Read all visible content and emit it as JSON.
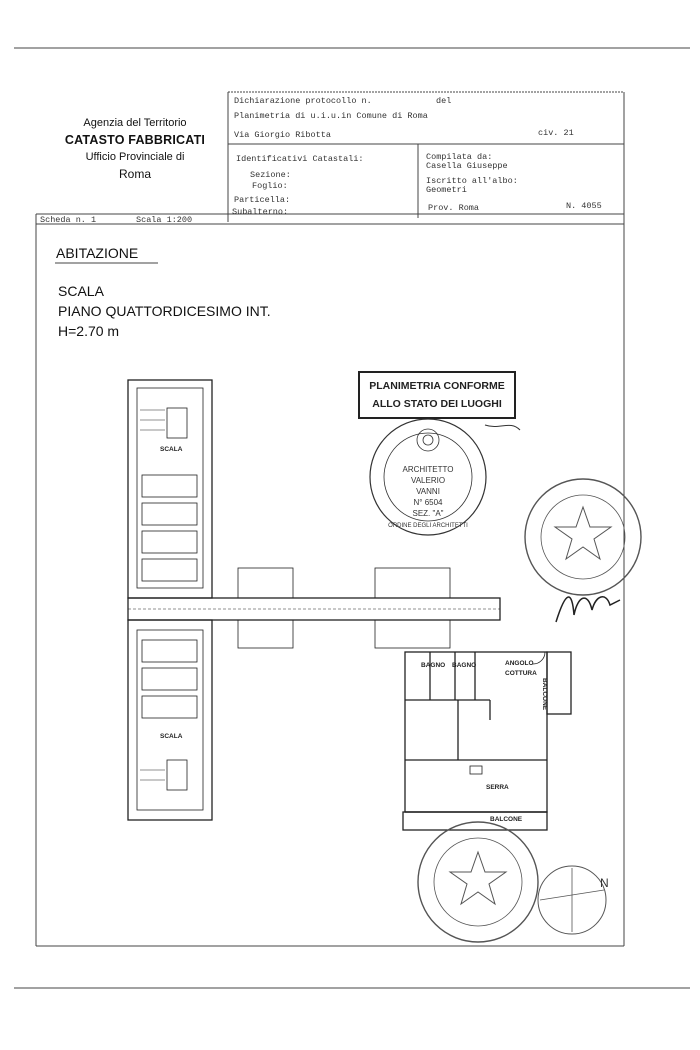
{
  "agency": {
    "line1": "Agenzia del Territorio",
    "line2": "CATASTO FABBRICATI",
    "line3": "Ufficio Provinciale di",
    "line4": "Roma"
  },
  "header": {
    "dichiarazione": "Dichiarazione protocollo n.",
    "del": "del",
    "planimetria": "Planimetria di u.i.u.in Comune di Roma",
    "via": "Via Giorgio Ribotta",
    "civ": "civ. 21",
    "identificativi": "Identificativi Catastali:",
    "sezione": "Sezione:",
    "foglio": "Foglio:",
    "particella": "Particella:",
    "subalterno": "Subalterno:",
    "compilata": "Compilata da:",
    "compilatore": "Casella Giuseppe",
    "iscritto": "Iscritto all'albo:",
    "albo": "Geometri",
    "prov": "Prov. Roma",
    "numero": "N. 4055"
  },
  "scheda": {
    "label": "Scheda n. 1",
    "scala": "Scala 1:200"
  },
  "plan_title": {
    "type": "ABITAZIONE",
    "scala": "SCALA",
    "piano": "PIANO QUATTORDICESIMO INT.",
    "altezza": "H=2.70 m"
  },
  "stamp_box": {
    "line1": "PLANIMETRIA CONFORME",
    "line2": "ALLO STATO DEI LUOGHI"
  },
  "architect_seal": {
    "line1": "ARCHITETTO",
    "line2": "VALERIO",
    "line3": "VANNI",
    "line4": "N° 6504",
    "line5": "SEZ. \"A\"",
    "ring_bottom": "ORDINE DEGLI ARCHITETTI"
  },
  "rooms": {
    "scala_top": "SCALA",
    "scala_bottom": "SCALA",
    "bagno1": "BAGNO",
    "bagno2": "BAGNO",
    "angolo": "ANGOLO",
    "cottura": "COTTURA",
    "balcone_side": "BALCONE",
    "serra": "SERRA",
    "balcone_bottom": "BALCONE"
  },
  "compass": {
    "north": "N"
  },
  "colors": {
    "ink": "#222222",
    "stamp": "#333333"
  }
}
